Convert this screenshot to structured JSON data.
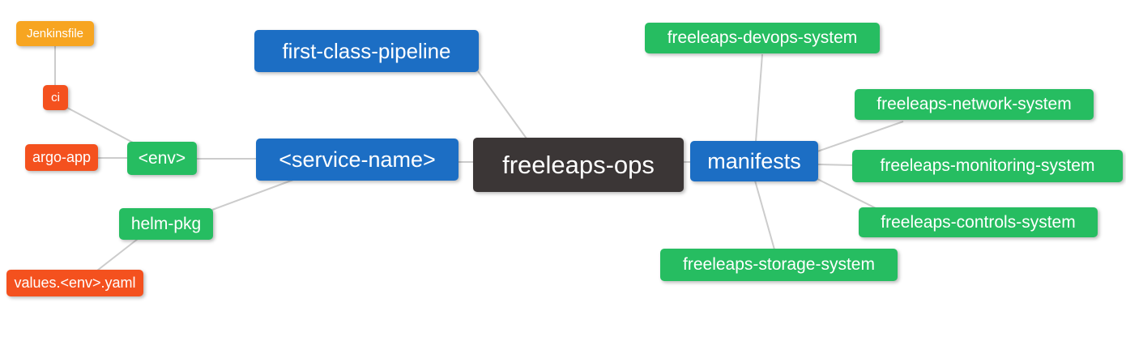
{
  "diagram": {
    "type": "mindmap",
    "root_label": "freeleaps-ops",
    "nodes": [
      {
        "id": "jenkinsfile",
        "label": "Jenkinsfile",
        "color": "orange"
      },
      {
        "id": "ci",
        "label": "ci",
        "color": "red"
      },
      {
        "id": "argo-app",
        "label": "argo-app",
        "color": "red"
      },
      {
        "id": "env",
        "label": "<env>",
        "color": "green"
      },
      {
        "id": "service-name",
        "label": "<service-name>",
        "color": "blue"
      },
      {
        "id": "first-class-pipeline",
        "label": "first-class-pipeline",
        "color": "blue"
      },
      {
        "id": "helm-pkg",
        "label": "helm-pkg",
        "color": "green"
      },
      {
        "id": "values-env-yaml",
        "label": "values.<env>.yaml",
        "color": "red"
      },
      {
        "id": "freeleaps-ops",
        "label": "freeleaps-ops",
        "color": "dark"
      },
      {
        "id": "manifests",
        "label": "manifests",
        "color": "blue"
      },
      {
        "id": "freeleaps-devops-system",
        "label": "freeleaps-devops-system",
        "color": "green"
      },
      {
        "id": "freeleaps-network-system",
        "label": "freeleaps-network-system",
        "color": "green"
      },
      {
        "id": "freeleaps-monitoring-system",
        "label": "freeleaps-monitoring-system",
        "color": "green"
      },
      {
        "id": "freeleaps-controls-system",
        "label": "freeleaps-controls-system",
        "color": "green"
      },
      {
        "id": "freeleaps-storage-system",
        "label": "freeleaps-storage-system",
        "color": "green"
      }
    ],
    "edges": [
      [
        "jenkinsfile",
        "ci"
      ],
      [
        "ci",
        "env"
      ],
      [
        "argo-app",
        "env"
      ],
      [
        "env",
        "service-name"
      ],
      [
        "service-name",
        "helm-pkg"
      ],
      [
        "helm-pkg",
        "values-env-yaml"
      ],
      [
        "first-class-pipeline",
        "freeleaps-ops"
      ],
      [
        "service-name",
        "freeleaps-ops"
      ],
      [
        "freeleaps-ops",
        "manifests"
      ],
      [
        "manifests",
        "freeleaps-devops-system"
      ],
      [
        "manifests",
        "freeleaps-network-system"
      ],
      [
        "manifests",
        "freeleaps-monitoring-system"
      ],
      [
        "manifests",
        "freeleaps-controls-system"
      ],
      [
        "manifests",
        "freeleaps-storage-system"
      ]
    ],
    "palette": {
      "orange": "#f7a521",
      "red": "#f4511e",
      "green": "#26bd61",
      "blue": "#1c6ec4",
      "dark": "#3b3636",
      "edge": "#cccccc",
      "text": "#ffffff"
    }
  }
}
